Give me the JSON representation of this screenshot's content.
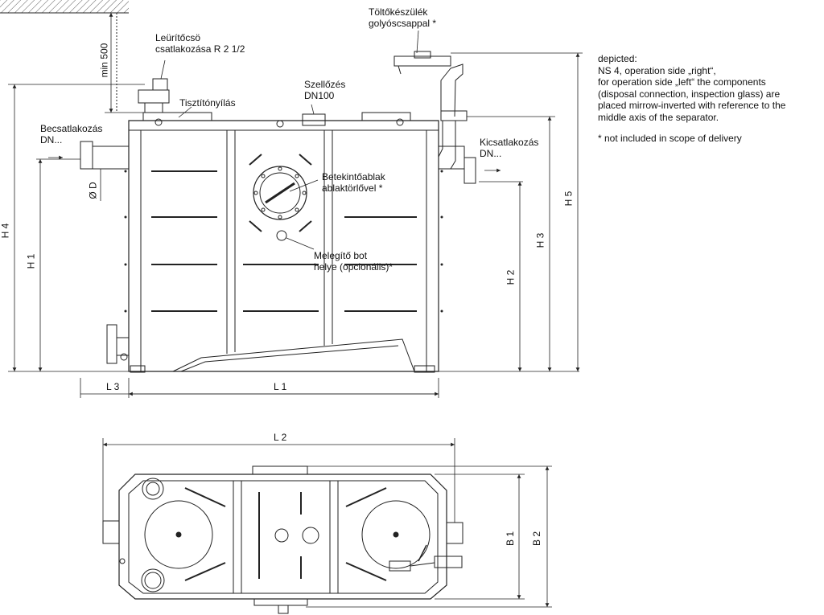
{
  "labels": {
    "emptying": [
      "Leürítőcsö",
      "csatlakozása R 2 1/2"
    ],
    "filling": [
      "Töltőkészülék",
      "golyóscsappal *"
    ],
    "cleaning": "Tisztítónyílás",
    "vent": [
      "Szellőzés",
      "DN100"
    ],
    "inlet": [
      "Becsatlakozás",
      "DN..."
    ],
    "outlet": [
      "Kicsatlakozás",
      "DN..."
    ],
    "window": [
      "Betekintőablak",
      "ablaktörlővel *"
    ],
    "heater": [
      "Melegítő bot",
      "helye (opcionális)*"
    ]
  },
  "dimensions": {
    "min500": "min 500",
    "h1": "H 1",
    "h2": "H 2",
    "h3": "H 3",
    "h4": "H 4",
    "h5": "H 5",
    "l1": "L 1",
    "l2": "L 2",
    "l3": "L 3",
    "od": "Ø D",
    "b1": "B 1",
    "b2": "B 2"
  },
  "note": {
    "lines": [
      "depicted:",
      "NS 4, operation side „right“,",
      "for operation side „left“ the components",
      "(disposal connection, inspection glass) are",
      "placed mirrow-inverted with reference to the",
      "middle axis of the separator."
    ],
    "footnote": "* not included in scope of delivery"
  }
}
